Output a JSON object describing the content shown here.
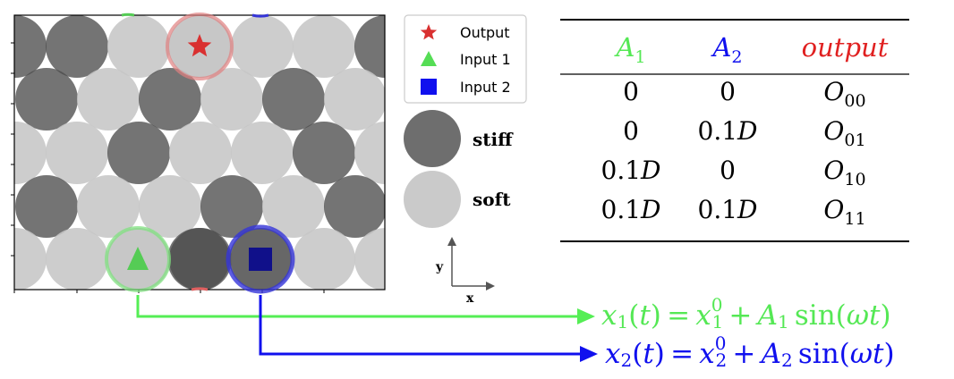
{
  "legend": {
    "output_label": "Output",
    "input1_label": "Input 1",
    "input2_label": "Input 2",
    "stiff_label": "stiff",
    "soft_label": "soft"
  },
  "axes_indicator": {
    "x_label": "x",
    "y_label": "y"
  },
  "table": {
    "headers": [
      {
        "base": "A",
        "sub": "1",
        "color": "#55e855"
      },
      {
        "base": "A",
        "sub": "2",
        "color": "#1010ee"
      },
      {
        "base": "output",
        "sub": "",
        "color": "#e02020"
      }
    ],
    "rows": [
      [
        {
          "t": "0"
        },
        {
          "t": "0"
        },
        {
          "base": "O",
          "sub": "00"
        }
      ],
      [
        {
          "t": "0"
        },
        {
          "t": "0.1",
          "var": "D"
        },
        {
          "base": "O",
          "sub": "01"
        }
      ],
      [
        {
          "t": "0.1",
          "var": "D"
        },
        {
          "t": "0"
        },
        {
          "base": "O",
          "sub": "10"
        }
      ],
      [
        {
          "t": "0.1",
          "var": "D"
        },
        {
          "t": "0.1",
          "var": "D"
        },
        {
          "base": "O",
          "sub": "11"
        }
      ]
    ]
  },
  "equations": {
    "eq1": {
      "color": "#55e855",
      "lhs_var": "x",
      "lhs_sub": "1",
      "t": "t",
      "x0_sup": "0",
      "x0_sub": "1",
      "amp": "A",
      "amp_sub": "1",
      "fn": "sin",
      "omega": "ω"
    },
    "eq2": {
      "color": "#1010ee",
      "lhs_var": "x",
      "lhs_sub": "2",
      "t": "t",
      "x0_sup": "0",
      "x0_sub": "2",
      "amp": "A",
      "amp_sub": "2",
      "fn": "sin",
      "omega": "ω"
    }
  },
  "colors": {
    "stiff": "#4d4d4d",
    "soft": "#c6c6c6",
    "output": "#d93030",
    "input1": "#55cc55",
    "input2": "#10108a"
  },
  "icons": [
    "star-icon",
    "triangle-icon",
    "square-icon"
  ]
}
